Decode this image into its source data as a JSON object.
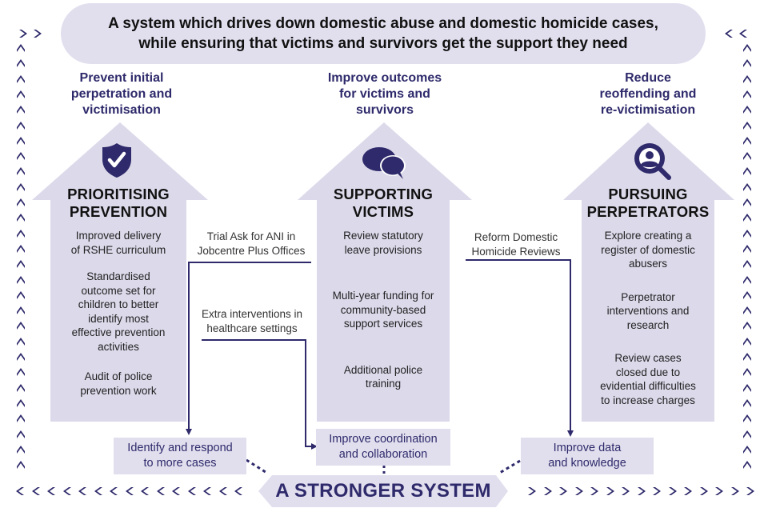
{
  "banner": {
    "line1": "A system which drives down domestic abuse and domestic homicide cases,",
    "line2": "while ensuring that victims and survivors get the support they need"
  },
  "goals": [
    {
      "lines": [
        "Prevent initial",
        "perpetration and",
        "victimisation"
      ]
    },
    {
      "lines": [
        "Improve outcomes",
        "for victims and",
        "survivors"
      ]
    },
    {
      "lines": [
        "Reduce",
        "reoffending and",
        "re-victimisation"
      ]
    }
  ],
  "pillars": [
    {
      "icon": "shield-check-icon",
      "title": [
        "PRIORITISING",
        "PREVENTION"
      ],
      "items": [
        [
          "Improved delivery",
          "of RSHE curriculum"
        ],
        [
          "Standardised",
          "outcome set for",
          "children to better",
          "identify most",
          "effective prevention",
          "activities"
        ],
        [
          "Audit of police",
          "prevention work"
        ]
      ]
    },
    {
      "icon": "speech-bubbles-icon",
      "title": [
        "SUPPORTING",
        "VICTIMS"
      ],
      "items": [
        [
          "Review statutory",
          "leave provisions"
        ],
        [
          "Multi-year funding for",
          "community-based",
          "support services"
        ],
        [
          "Additional police",
          "training"
        ]
      ]
    },
    {
      "icon": "magnifier-person-icon",
      "title": [
        "PURSUING",
        "PERPETRATORS"
      ],
      "items": [
        [
          "Explore creating a",
          "register of domestic",
          "abusers"
        ],
        [
          "Perpetrator",
          "interventions and",
          "research"
        ],
        [
          "Review cases",
          "closed due to",
          "evidential difficulties",
          "to increase charges"
        ]
      ]
    }
  ],
  "actions": [
    {
      "lines": [
        "Trial Ask for ANI in",
        "Jobcentre Plus Offices"
      ]
    },
    {
      "lines": [
        "Extra interventions in",
        "healthcare settings"
      ]
    },
    {
      "lines": [
        "Reform Domestic",
        "Homicide Reviews"
      ]
    }
  ],
  "outcomes": [
    {
      "lines": [
        "Identify and respond",
        "to more cases"
      ]
    },
    {
      "lines": [
        "Improve coordination",
        "and collaboration"
      ]
    },
    {
      "lines": [
        "Improve data",
        "and knowledge"
      ]
    }
  ],
  "system": {
    "label": "A STRONGER SYSTEM"
  },
  "colors": {
    "navy": "#2e2a6b",
    "lavender": "#e1dfee",
    "pillar": "#dcd9ea"
  }
}
